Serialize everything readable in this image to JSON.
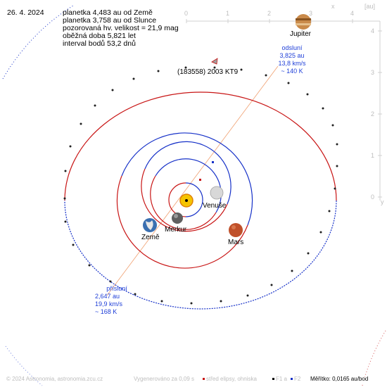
{
  "date": "26. 4. 2024",
  "info_lines": [
    "planetka 4,483 au od Země",
    "planetka 3,758 au od Slunce",
    "pozorovaná hv. velikost = 21,9 mag",
    "oběžná doba 5,821 let",
    "interval bodů 53,2 dnů"
  ],
  "axes": {
    "x_label": "x",
    "unit_label": "[au]",
    "x_ticks": [
      "0",
      "1",
      "2",
      "3",
      "4"
    ],
    "y_ticks": [
      "4",
      "3",
      "2",
      "1",
      "0"
    ],
    "y_label": "y"
  },
  "asteroid_label": "(183558) 2003 KT9",
  "aphelion": {
    "title": "odsluní",
    "distance": "3,825 au",
    "speed": "13,8 km/s",
    "temperature": "~ 140 K"
  },
  "perihelion": {
    "title": "přísluní",
    "distance": "2,647 au",
    "speed": "19,9 km/s",
    "temperature": "~ 168 K"
  },
  "planets": {
    "mercury": "Merkur",
    "venus": "Venuše",
    "earth": "Země",
    "mars": "Mars",
    "jupiter": "Jupiter"
  },
  "footer": {
    "copyright": "© 2024 Astronomia, astronomia.zcu.cz",
    "generated": "Vygenerováno za 0,09 s",
    "legend_center": "střed elipsy, ohniska",
    "legend_f1": "F1 a",
    "legend_f2": "F2",
    "scale": "Měřítko: 0,0165 au/bod"
  },
  "colors": {
    "sun": "#f5c400",
    "mercury": "#606060",
    "venus": "#d8d8d8",
    "earth": "#3a6fb0",
    "mars": "#c0502a",
    "jupiter": "#c98a4a",
    "orbit_red": "#c81414",
    "orbit_blue": "#1530c8",
    "apsis_line": "#f0a070"
  }
}
